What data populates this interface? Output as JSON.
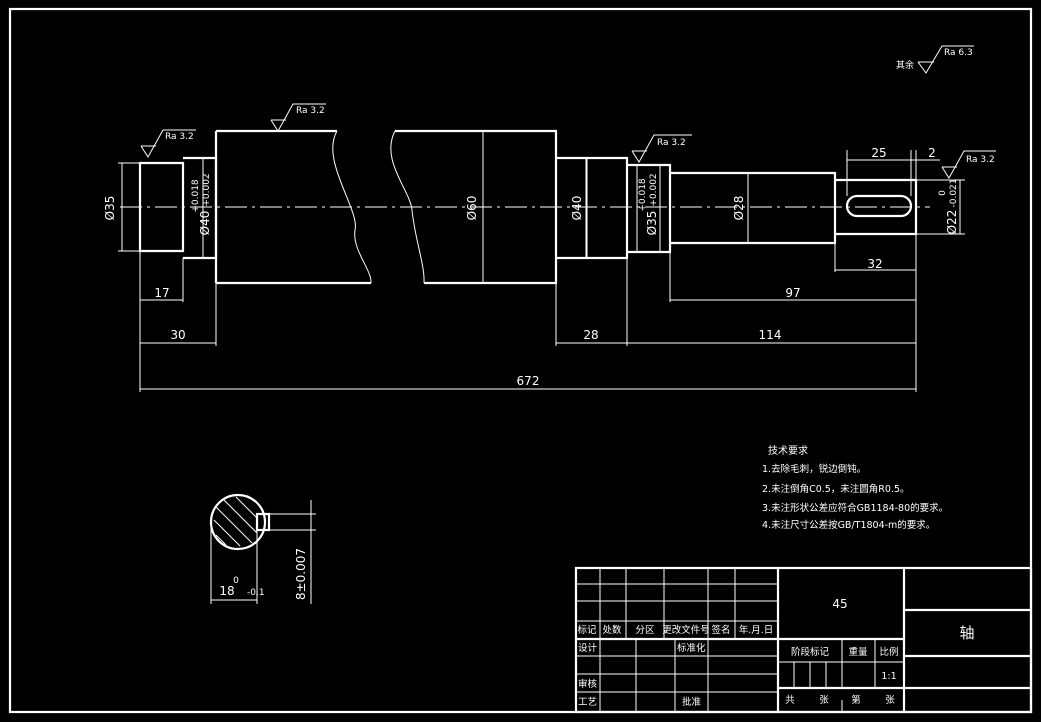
{
  "dims": {
    "d35": "Ø35",
    "d40_left": "Ø40",
    "d40_left_tol_upper": "+0.018",
    "d40_left_tol_lower": "+0.002",
    "d60": "Ø60",
    "d40": "Ø40",
    "d35_right": "Ø35",
    "d35_right_tol_upper": "+0.018",
    "d35_right_tol_lower": "+0.002",
    "d28": "Ø28",
    "d22": "Ø22",
    "d22_tol_upper": "0",
    "d22_tol_lower": "-0.021",
    "len_17": "17",
    "len_30": "30",
    "len_28": "28",
    "len_114": "114",
    "len_97": "97",
    "len_32": "32",
    "len_25": "25",
    "len_2": "2",
    "len_total": "672"
  },
  "roughness": {
    "rest_label": "其余",
    "rest_value": "Ra 6.3",
    "r1": "Ra 3.2",
    "r2": "Ra 3.2",
    "r3": "Ra 3.2",
    "r4": "Ra 3.2"
  },
  "section": {
    "width_label": "18",
    "width_tol_upper": "0",
    "width_tol_lower": "-0.1",
    "keyway_label": "8±0.007"
  },
  "notes": {
    "title": "技术要求",
    "items": [
      "1.去除毛刺，锐边倒钝。",
      "2.未注倒角C0.5，未注圆角R0.5。",
      "3.未注形状公差应符合GB1184-80的要求。",
      "4.未注尺寸公差按GB/T1804-m的要求。"
    ]
  },
  "title_block": {
    "material": "45",
    "part_name": "轴",
    "col_mark": "标记",
    "col_count": "处数",
    "col_zone": "分区",
    "col_doc": "更改文件号",
    "col_sign": "签名",
    "col_date": "年.月.日",
    "design": "设计",
    "standardize": "标准化",
    "check": "审核",
    "process": "工艺",
    "approve": "批准",
    "stage_mark": "阶段标记",
    "weight": "重量",
    "scale": "比例",
    "scale_value": "1:1",
    "total": "共",
    "sheets": "张",
    "page": "第",
    "sheet2": "张"
  }
}
